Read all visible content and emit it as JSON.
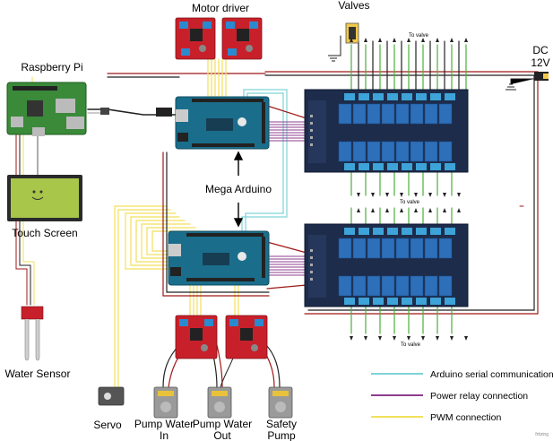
{
  "labels": {
    "motor_driver": "Motor driver",
    "valves": "Valves",
    "to_valve_top": "To valve",
    "dc": "DC",
    "dc_voltage": "12V",
    "raspberry_pi": "Raspberry Pi",
    "touch_screen": "Touch Screen",
    "mega_arduino": "Mega Arduino",
    "to_valve_mid": "To valve",
    "to_valve_bottom": "To valve",
    "water_sensor": "Water Sensor",
    "servo": "Servo",
    "pump_in_line1": "Pump Water",
    "pump_in_line2": "In",
    "pump_out_line1": "Pump Water",
    "pump_out_line2": "Out",
    "safety_line1": "Safety",
    "safety_line2": "Pump",
    "credit": "fritzing"
  },
  "legend": [
    {
      "label": "Arduino serial communication",
      "color": "#7fd3d8"
    },
    {
      "label": "Power relay connection",
      "color": "#8e3d8e"
    },
    {
      "label": "PWM connection",
      "color": "#f2e05a"
    }
  ],
  "colors": {
    "relay_board": "#1d2c4a",
    "relay": "#2d6fb8",
    "arduino": "#1a6e8c",
    "motor_driver": "#c8202a",
    "raspberry_pi": "#3a8a3a",
    "screen": "#a8c64a",
    "wire_red": "#a01818",
    "wire_black": "#222222",
    "wire_green": "#4caf3a"
  }
}
